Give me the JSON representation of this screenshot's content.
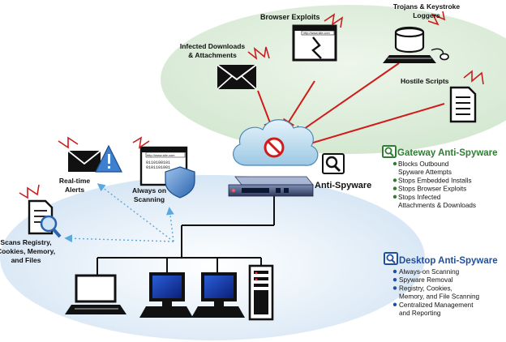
{
  "threats": {
    "browser_exploits": "Browser Exploits",
    "trojans_line1": "Trojans & Keystroke",
    "trojans_line2": "Loggers",
    "infected_line1": "Infected Downloads",
    "infected_line2": "& Attachments",
    "hostile_scripts": "Hostile Scripts",
    "url_text": "http://www.site.com"
  },
  "desktop_features": {
    "realtime_line1": "Real-time",
    "realtime_line2": "Alerts",
    "scanning_line1": "Always on",
    "scanning_line2": "Scanning",
    "registry_line1": "Scans Registry,",
    "registry_line2": "Cookies, Memory,",
    "registry_line3": "and Files",
    "url_text": "http://www.site.com",
    "binary_line1": "0110100101",
    "binary_line2": "0101101001"
  },
  "gateway": {
    "label": "Anti-Spyware"
  },
  "gateway_panel": {
    "title": "Gateway Anti-Spyware",
    "items": [
      [
        "Blocks Outbound",
        "Spyware Attempts"
      ],
      [
        "Stops Embedded Installs"
      ],
      [
        "Stops Browser Exploits"
      ],
      [
        "Stops Infected",
        "Attachments & Downloads"
      ]
    ]
  },
  "desktop_panel": {
    "title": "Desktop Anti-Spyware",
    "items": [
      [
        "Always-on Scanning"
      ],
      [
        "Spyware Removal"
      ],
      [
        "Registry, Cookies,",
        "Memory, and File Scanning"
      ],
      [
        "Centralized Management",
        "and Reporting"
      ]
    ]
  },
  "colors": {
    "green_accent": "#2e7d32",
    "blue_accent": "#1f4fa0",
    "internet_ellipse": "#dfeede",
    "lan_ellipse": "#dde9f6",
    "block_red": "#d11a1a",
    "alert_red": "#c81e1e"
  }
}
